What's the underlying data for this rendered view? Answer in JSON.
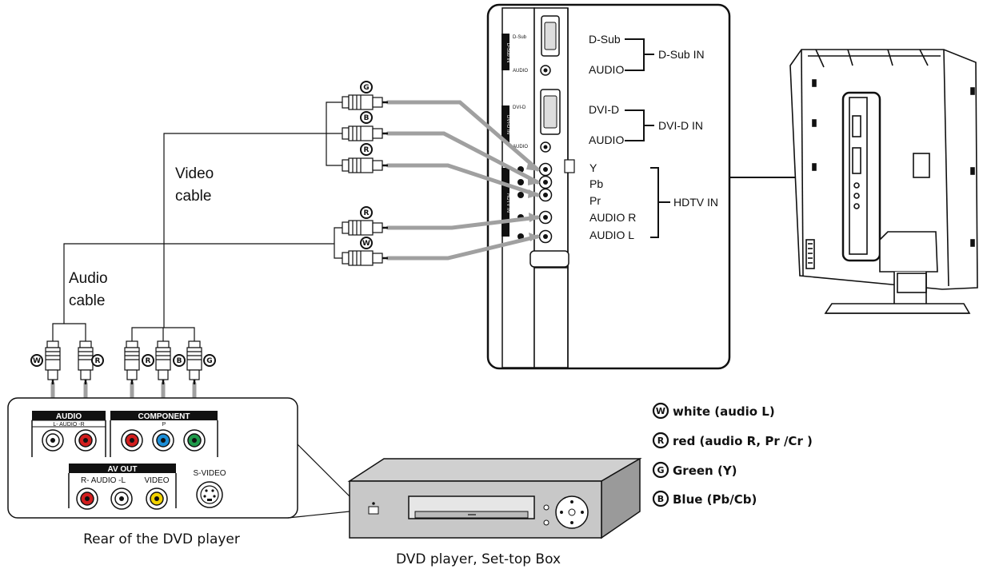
{
  "panel": {
    "dsub": "D-Sub",
    "dsub_audio": "AUDIO",
    "dsub_in": "D-Sub IN",
    "dvid": "DVI-D",
    "dvid_audio": "AUDIO",
    "dvid_in": "DVI-D IN",
    "hdtv_y": "Y",
    "hdtv_pb": "Pb",
    "hdtv_pr": "Pr",
    "hdtv_audio_r": "AUDIO R",
    "hdtv_audio_l": "AUDIO L",
    "hdtv_in": "HDTV IN",
    "vert_dsub": "D-Sub IN",
    "vert_dvid": "DVI-D IN",
    "vert_hdtv": "HDTV IN",
    "tick_dsub": "D-Sub",
    "tick_audio": "AUDIO",
    "tick_dvid": "DVI-D"
  },
  "cables": {
    "video": [
      "Video",
      "cable"
    ],
    "audio": [
      "Audio",
      "cable"
    ]
  },
  "badges": {
    "w": "W",
    "r": "R",
    "g": "G",
    "b": "B"
  },
  "dvd_rear": {
    "audio_plate": "AUDIO",
    "audio_sub": "L- AUDIO -R",
    "component_plate": "COMPONENT",
    "component_sub": "P",
    "av_out_plate": "AV OUT",
    "av_out_audio": "R- AUDIO -L",
    "av_out_video": "VIDEO",
    "svideo": "S-VIDEO",
    "caption": "Rear of the DVD player"
  },
  "dvd_front": {
    "caption": "DVD player, Set-top Box"
  },
  "legend": [
    {
      "letter": "W",
      "text": "white (audio L)"
    },
    {
      "letter": "R",
      "text": "red (audio R, Pr /Cr )"
    },
    {
      "letter": "G",
      "text": "Green (Y)"
    },
    {
      "letter": "B",
      "text": "Blue (Pb/Cb)"
    }
  ],
  "colors": {
    "cable": "#a0a0a0",
    "red": "#d21e1e",
    "blue": "#1c8fd8",
    "green": "#1f9a4a",
    "yellow": "#f2d200",
    "white": "#ffffff"
  }
}
